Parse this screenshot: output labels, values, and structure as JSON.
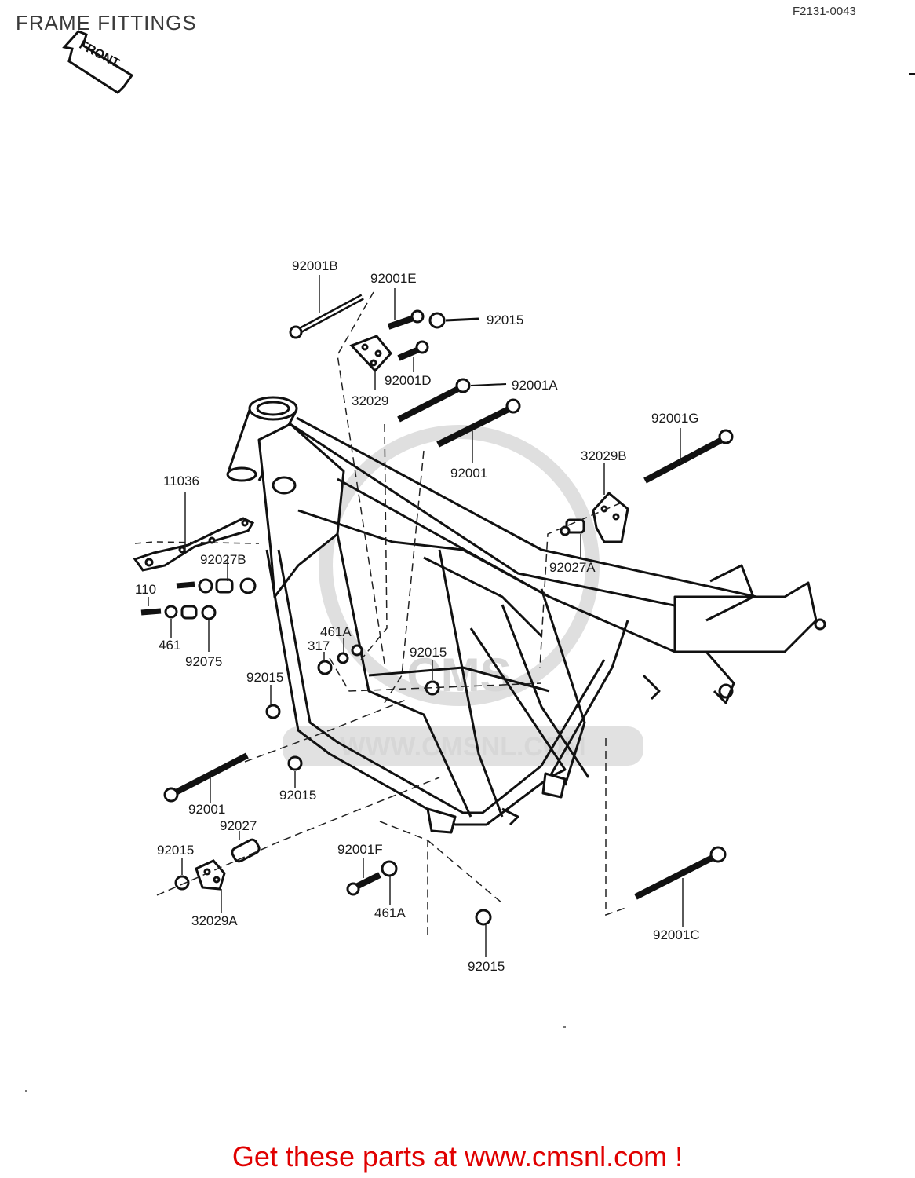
{
  "header": {
    "title": "FRAME FITTINGS",
    "code": "F2131-0043",
    "front_badge": "FRONT"
  },
  "watermark": {
    "url": "WWW.CMSNL.COM"
  },
  "parts": {
    "p92001B": "92001B",
    "p92001E": "92001E",
    "p92015_top": "92015",
    "p32029": "32029",
    "p92001D": "92001D",
    "p92001A": "92001A",
    "p92001_mid": "92001",
    "p92001G": "92001G",
    "p32029B": "32029B",
    "p92027A": "92027A",
    "p11036": "11036",
    "p92027B": "92027B",
    "p110": "110",
    "p461": "461",
    "p92075": "92075",
    "p461A_mid": "461A",
    "p317": "317",
    "p92015_mid": "92015",
    "p92015_left": "92015",
    "p92001_low": "92001",
    "p92015_low": "92015",
    "p92027": "92027",
    "p92015_bl": "92015",
    "p32029A": "32029A",
    "p92001F": "92001F",
    "p461A_low": "461A",
    "p92015_bottom": "92015",
    "p92001C": "92001C"
  },
  "footer": {
    "cta": "Get these parts at www.cmsnl.com !"
  }
}
